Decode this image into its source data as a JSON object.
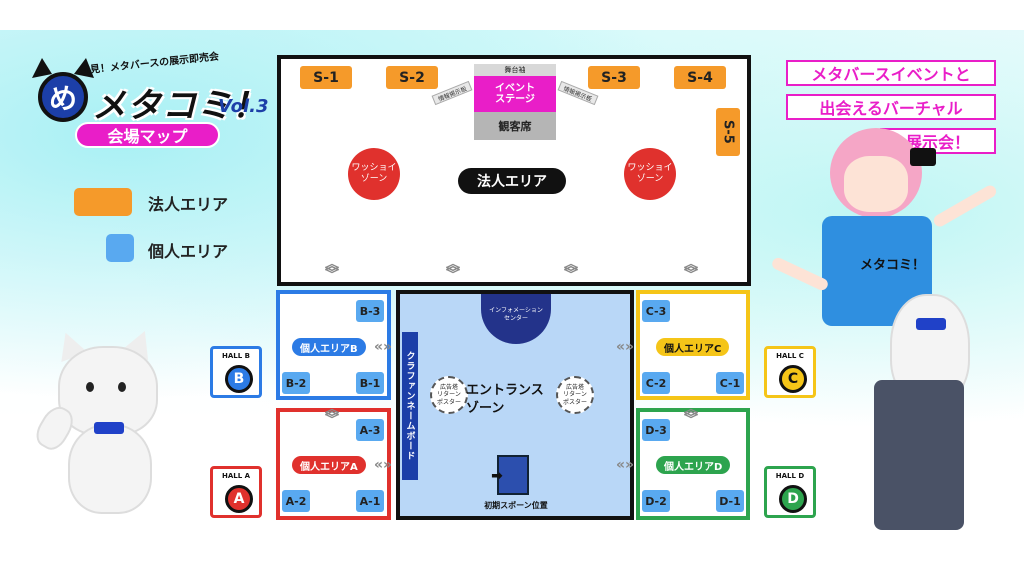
{
  "logo": {
    "sub": "発見！メタバースの展示即売会",
    "title": "メタコミ！",
    "vol": "Vol.3",
    "icon_char": "め",
    "venue_map": "会場マップ"
  },
  "legend": [
    {
      "label": "法人エリア",
      "color": "#f59a2a"
    },
    {
      "label": "個人エリア",
      "color": "#59a9f0"
    }
  ],
  "taglines": [
    "メタバースイベントと",
    "出会えるバーチャル",
    "展示会！"
  ],
  "corporate": {
    "label": "法人エリア",
    "booths": [
      "S-1",
      "S-2",
      "S-3",
      "S-4",
      "S-5"
    ],
    "stage_top": "舞台袖",
    "stage": "イベント\nステージ",
    "audience": "観客席",
    "mini_left": "情報掲示板",
    "mini_right": "情報掲示板",
    "washoi_left": "ワッショイ\nゾーン",
    "washoi_right": "ワッショイ\nゾーン"
  },
  "entrance": {
    "info_center": "インフォメーション\nセンター",
    "label": "エントランス\nゾーン",
    "poster_left": "広告塔\nリターン\nポスター",
    "poster_right": "広告塔\nリターン\nポスター",
    "spawn": "初期スポーン位置",
    "banner": "クラファンネームボード"
  },
  "halls": {
    "b": {
      "name": "HALL B",
      "letter": "B",
      "area": "個人エリアB",
      "booths": [
        "B-3",
        "B-2",
        "B-1"
      ],
      "color": "#2c7be5"
    },
    "a": {
      "name": "HALL A",
      "letter": "A",
      "area": "個人エリアA",
      "booths": [
        "A-3",
        "A-2",
        "A-1"
      ],
      "color": "#e0312d"
    },
    "c": {
      "name": "HALL C",
      "letter": "C",
      "area": "個人エリアC",
      "booths": [
        "C-3",
        "C-2",
        "C-1"
      ],
      "color": "#f5c518"
    },
    "d": {
      "name": "HALL D",
      "letter": "D",
      "area": "個人エリアD",
      "booths": [
        "D-3",
        "D-2",
        "D-1"
      ],
      "color": "#2da44e"
    }
  },
  "mascot_shirt": "メタコミ！"
}
